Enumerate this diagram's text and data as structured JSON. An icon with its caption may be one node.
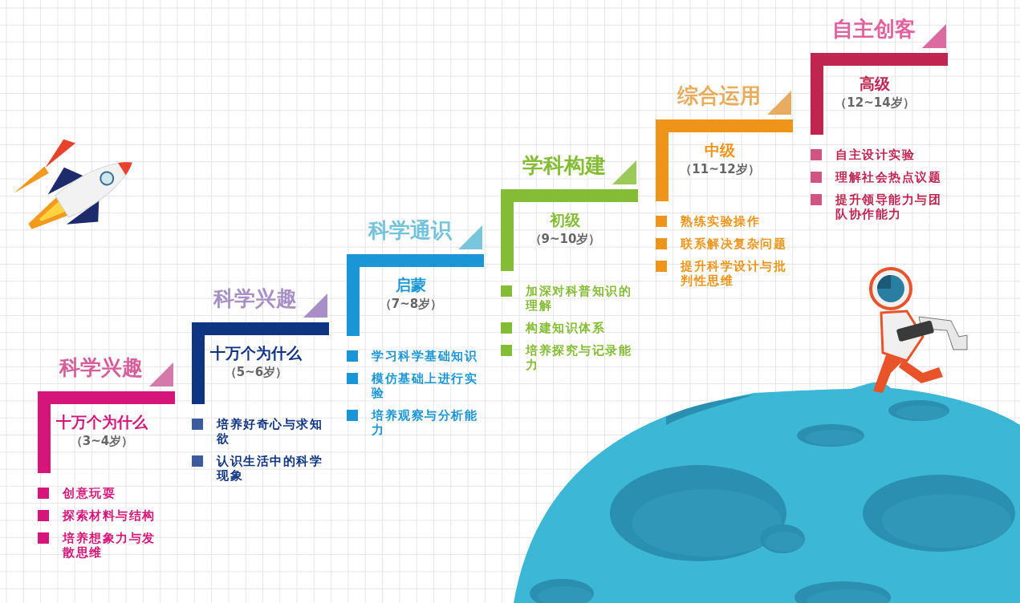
{
  "diagram": {
    "nodes": [
      {
        "text": [
          "科学兴趣",
          "十万个为什么",
          "（3~4岁）"
        ],
        "beside": [
          "创意玩耍",
          "探索材料与结构",
          "培养想象力与发散思维"
        ]
      },
      {
        "text": [
          "科学兴趣",
          "十万个为什么",
          "（5~6岁）"
        ],
        "beside": [
          "培养好奇心与求知欲",
          "认识生活中的科学现象"
        ]
      },
      {
        "text": [
          "科学通识",
          "启蒙",
          "（7~8岁）"
        ],
        "beside": [
          "学习科学基础知识",
          "模仿基础上进行实验",
          "培养观察与分析能力"
        ]
      },
      {
        "text": [
          "学科构建",
          "初级",
          "（9~10岁）"
        ],
        "beside": [
          "加深对科普知识的理解",
          "构建知识体系",
          "培养探究与记录能力"
        ]
      },
      {
        "text": [
          "综合运用",
          "中级",
          "（11~12岁）"
        ],
        "beside": [
          "熟练实验操作",
          "联系解决复杂问题",
          "提升科学设计与批判性思维"
        ]
      },
      {
        "text": [
          "自主创客",
          "高级",
          "（12~14岁）"
        ],
        "beside": [
          "自主设计实验",
          "理解社会热点议题",
          "提升领导能力与团队协作能力"
        ]
      }
    ],
    "edges": []
  }
}
